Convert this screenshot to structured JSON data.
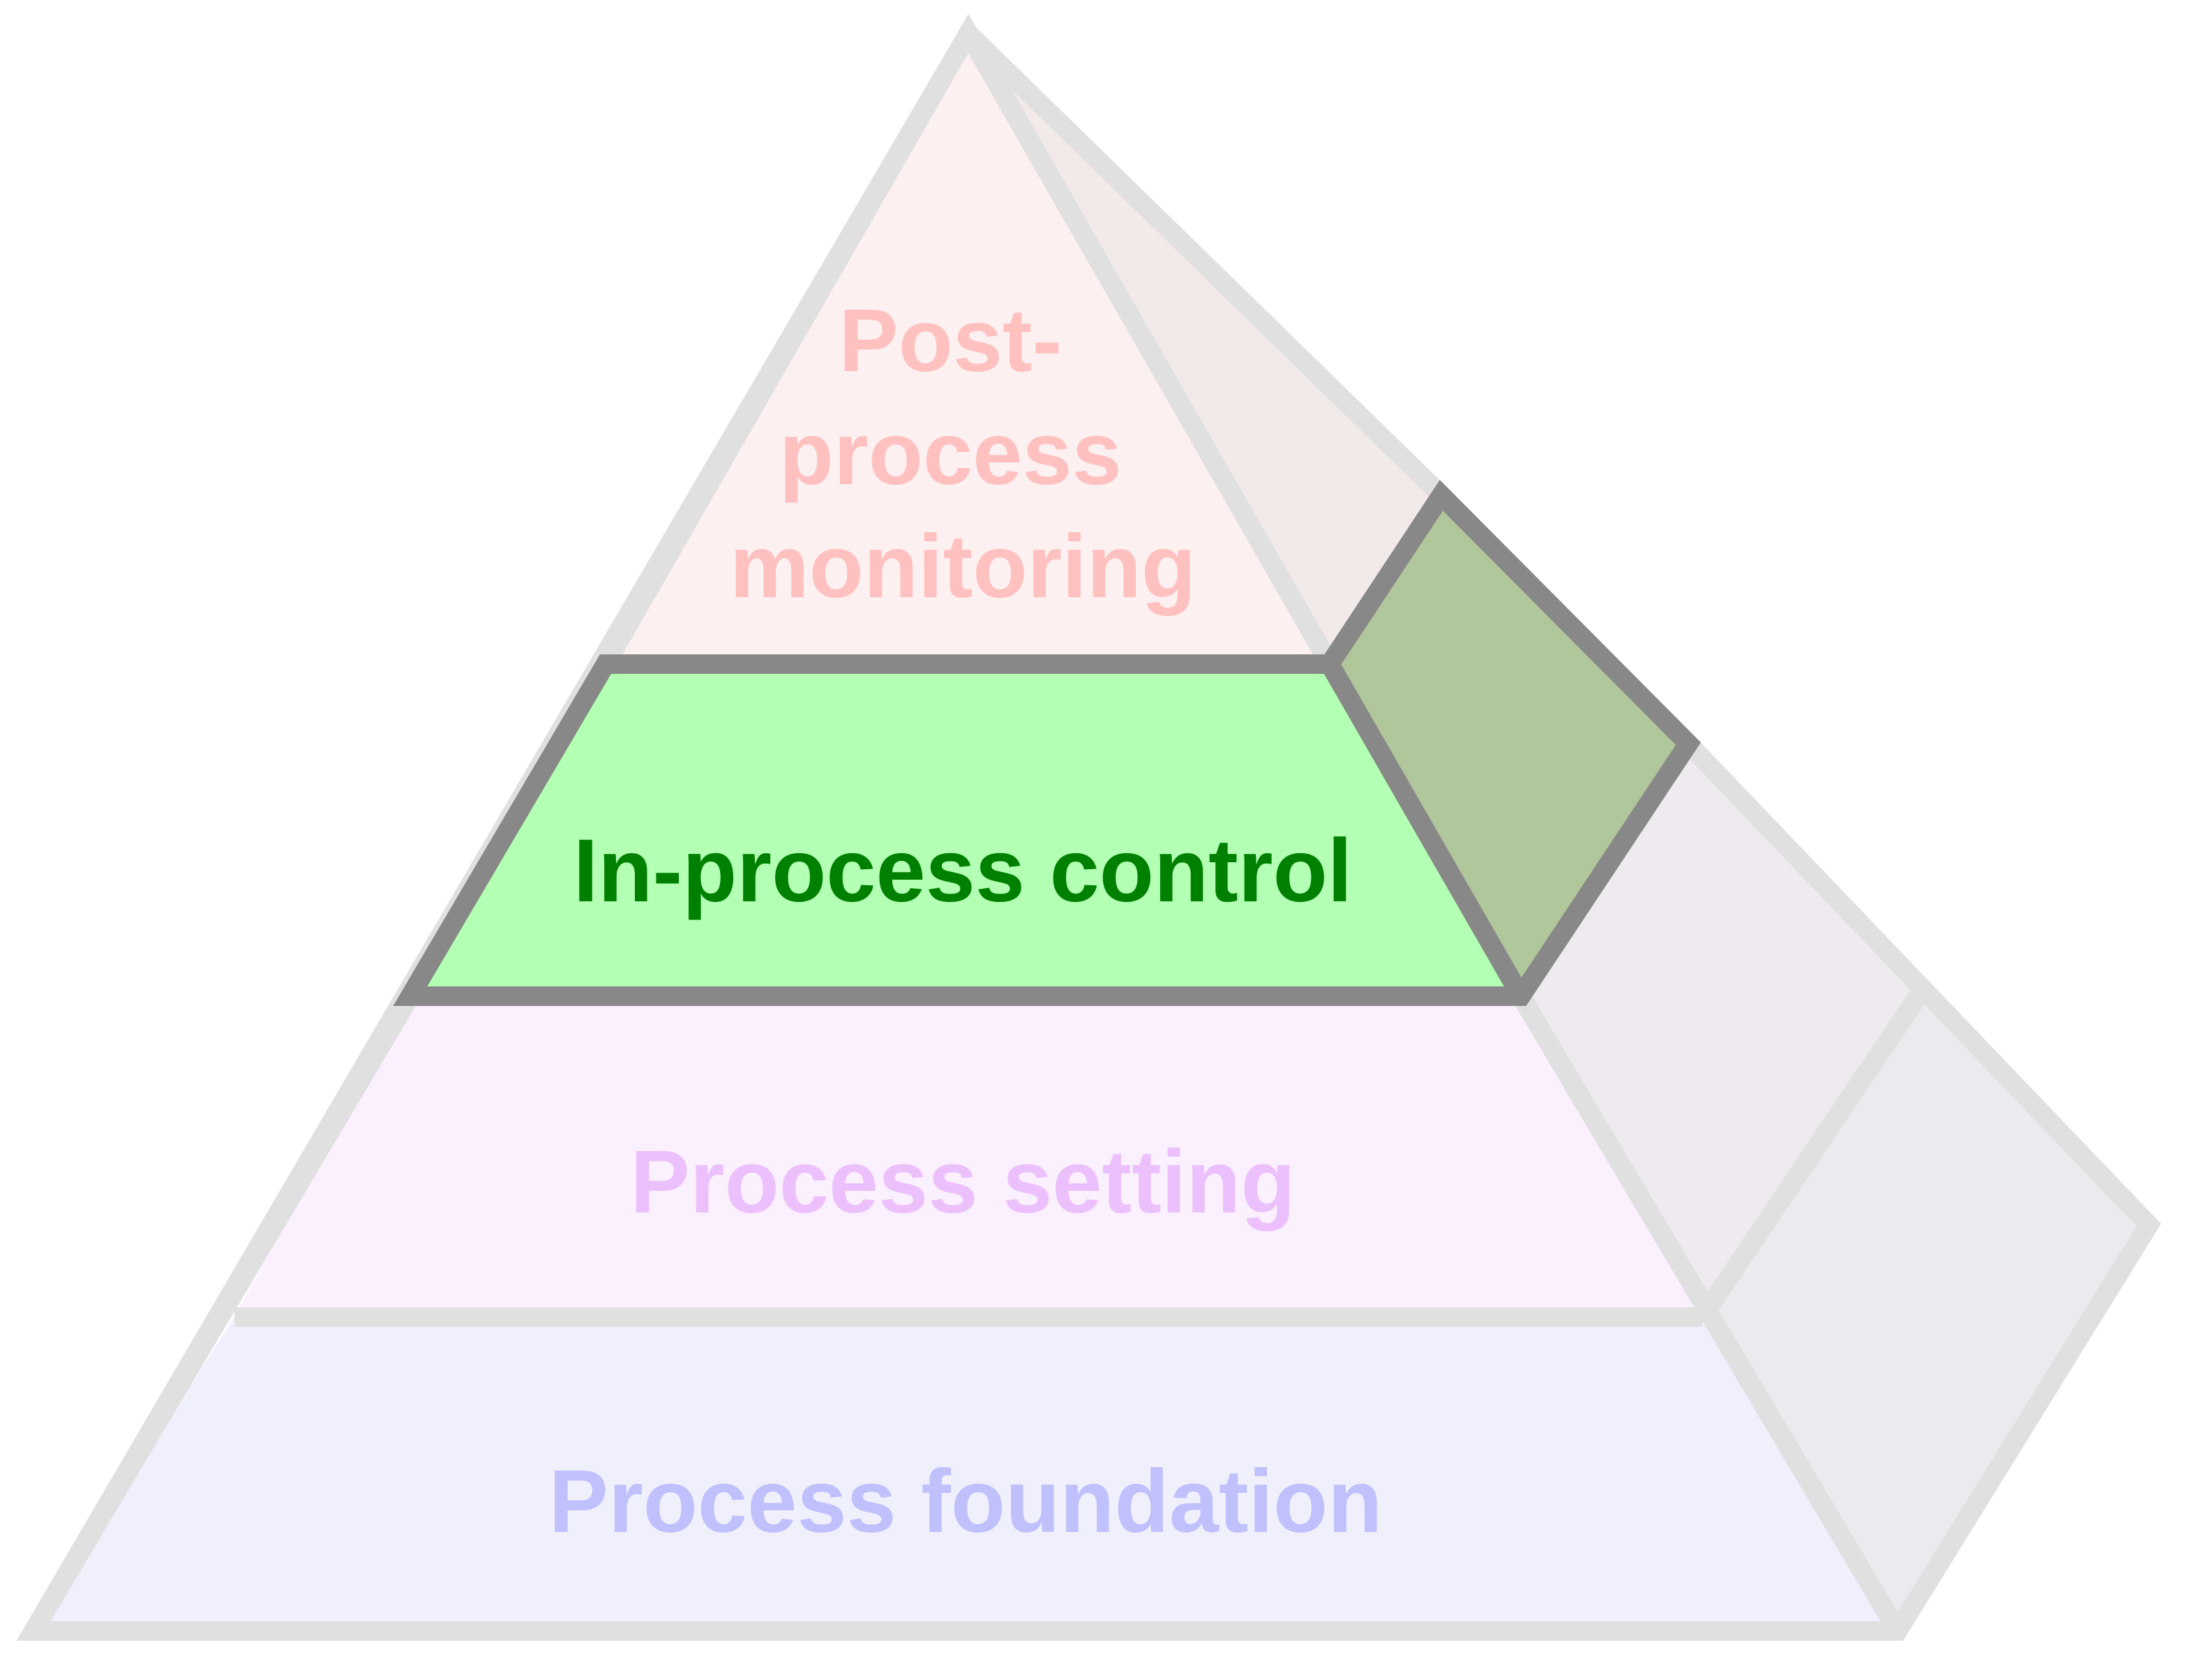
{
  "diagram": {
    "type": "pyramid",
    "highlighted_layer": "In-process control",
    "layers": [
      {
        "id": "post-process-monitoring",
        "label_lines": [
          "Post-",
          "process",
          "monitoring"
        ],
        "label_color": "#ffc0c0",
        "front_fill": "#fcf0f0",
        "side_fill": "#f2e9e9",
        "highlighted": false
      },
      {
        "id": "in-process-control",
        "label_lines": [
          "In-process control"
        ],
        "label_color": "#008000",
        "front_fill": "#b3ffb3",
        "side_fill": "#b0c69b",
        "highlighted": true
      },
      {
        "id": "process-setting",
        "label_lines": [
          "Process setting"
        ],
        "label_color": "#ecc0fc",
        "front_fill": "#fbf0fd",
        "side_fill": "#eeeaef",
        "highlighted": false
      },
      {
        "id": "process-foundation",
        "label_lines": [
          "Process foundation"
        ],
        "label_color": "#c0c0fc",
        "front_fill": "#f0f0fd",
        "side_fill": "#eaeaef",
        "highlighted": false
      }
    ],
    "colors": {
      "outline_muted": "#e0e0e0",
      "outline_highlight": "#888888"
    }
  }
}
